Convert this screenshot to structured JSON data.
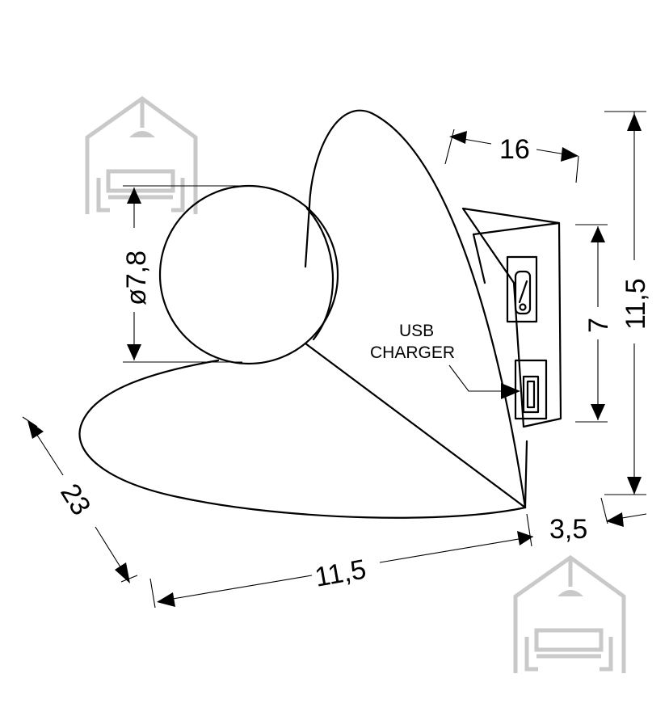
{
  "dimensions": {
    "shade_height": "11,5",
    "depth_top": "16",
    "ball_diameter": "ø7,8",
    "box_height": "7",
    "shade_depth": "23",
    "base_width": "11,5",
    "box_offset": "3,5"
  },
  "callout": {
    "line1": "USB",
    "line2": "CHARGER"
  },
  "watermark_icon": "house-with-sofa-and-lamp-icon",
  "colors": {
    "line": "#000000",
    "watermark": "#c9c9c9"
  }
}
